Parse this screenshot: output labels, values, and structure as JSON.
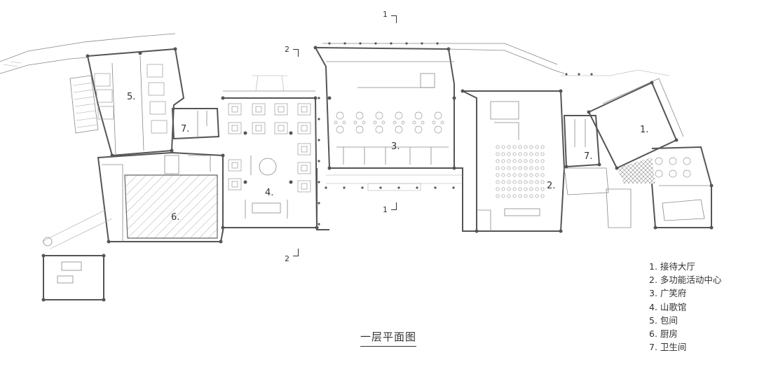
{
  "room_labels": [
    {
      "id": "r1",
      "text": "1."
    },
    {
      "id": "r2",
      "text": "2."
    },
    {
      "id": "r3",
      "text": "3."
    },
    {
      "id": "r4",
      "text": "4."
    },
    {
      "id": "r5",
      "text": "5."
    },
    {
      "id": "r6",
      "text": "6."
    },
    {
      "id": "r7a",
      "text": "7."
    },
    {
      "id": "r7b",
      "text": "7."
    }
  ],
  "section_marks": {
    "s1_top": "1",
    "s1_bottom": "1",
    "s2_top": "2",
    "s2_bottom": "2"
  },
  "legend": [
    "1.  接待大厅",
    "2.  多功能活动中心",
    "3.  广笑府",
    "4.  山歌馆",
    "5.  包间",
    "6.  厨房",
    "7.  卫生间"
  ],
  "caption": "一层平面图"
}
